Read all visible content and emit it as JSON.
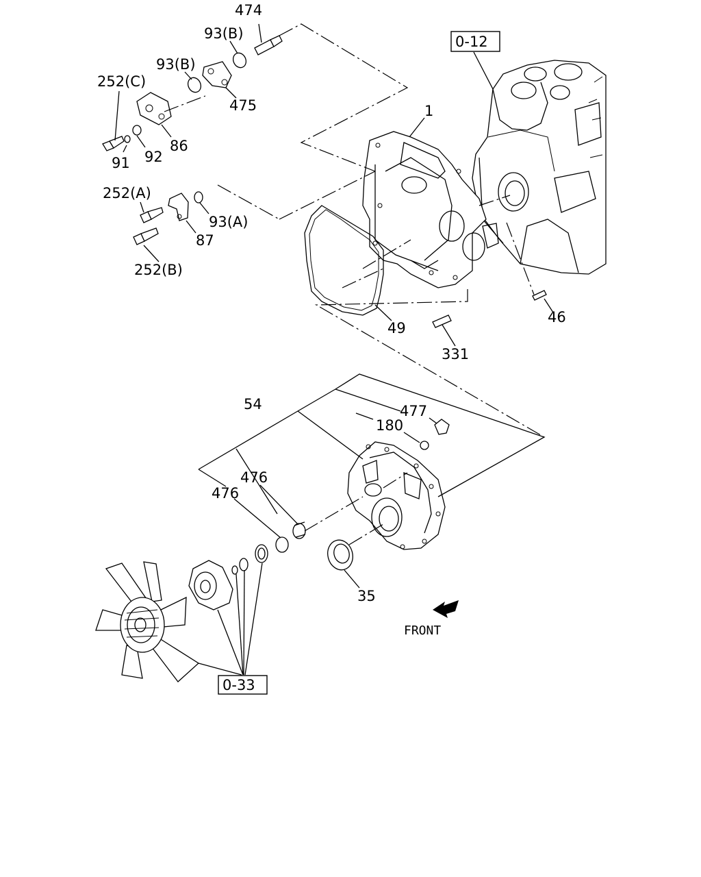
{
  "callouts": {
    "c474": "474",
    "c93b_1": "93(B)",
    "c93b_2": "93(B)",
    "c252c": "252(C)",
    "c475": "475",
    "c86": "86",
    "c91": "91",
    "c92": "92",
    "c1": "1",
    "c252a": "252(A)",
    "c93a": "93(A)",
    "c87": "87",
    "c252b": "252(B)",
    "c49": "49",
    "c46": "46",
    "c331": "331",
    "c54": "54",
    "c477": "477",
    "c180": "180",
    "c476_1": "476",
    "c476_2": "476",
    "c35": "35"
  },
  "refs": {
    "r012": "0-12",
    "r033": "0-33"
  },
  "front_label": "FRONT"
}
